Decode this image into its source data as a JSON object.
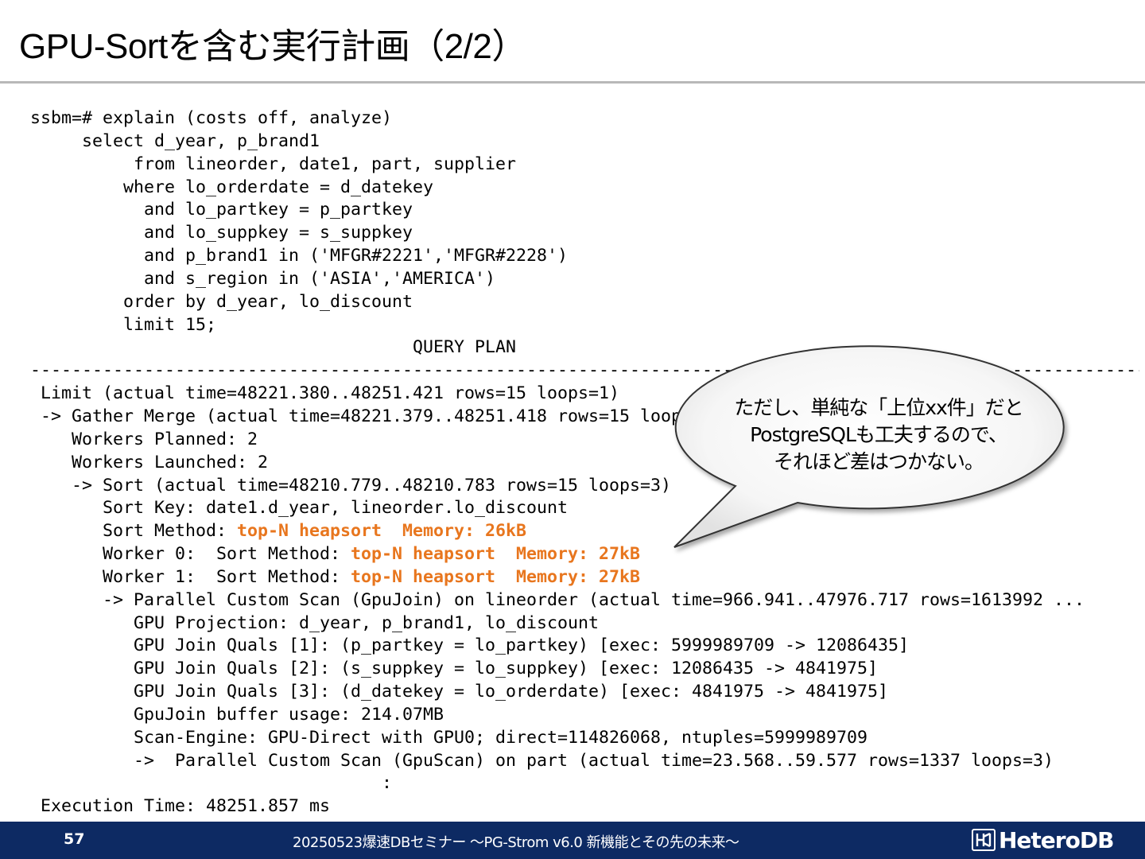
{
  "slide": {
    "title": "GPU-Sortを含む実行計画（2/2）"
  },
  "code": {
    "lines": [
      [
        {
          "t": "ssbm=# explain (costs off, analyze)"
        }
      ],
      [
        {
          "t": "     select d_year, p_brand1"
        }
      ],
      [
        {
          "t": "          from lineorder, date1, part, supplier"
        }
      ],
      [
        {
          "t": "         where lo_orderdate = d_datekey"
        }
      ],
      [
        {
          "t": "           and lo_partkey = p_partkey"
        }
      ],
      [
        {
          "t": "           and lo_suppkey = s_suppkey"
        }
      ],
      [
        {
          "t": "           and p_brand1 in ('MFGR#2221','MFGR#2228')"
        }
      ],
      [
        {
          "t": "           and s_region in ('ASIA','AMERICA')"
        }
      ],
      [
        {
          "t": "         order by d_year, lo_discount"
        }
      ],
      [
        {
          "t": "         limit 15;"
        }
      ],
      [
        {
          "t": "                                     QUERY PLAN"
        }
      ],
      [
        {
          "t": "------------------------------------------------------------------------------------------------------------------------"
        }
      ],
      [
        {
          "t": " Limit (actual time=48221.380..48251.421 rows=15 loops=1)"
        }
      ],
      [
        {
          "t": " -> Gather Merge (actual time=48221.379..48251.418 rows=15 loops=1)"
        }
      ],
      [
        {
          "t": "    Workers Planned: 2"
        }
      ],
      [
        {
          "t": "    Workers Launched: 2"
        }
      ],
      [
        {
          "t": "    -> Sort (actual time=48210.779..48210.783 rows=15 loops=3)"
        }
      ],
      [
        {
          "t": "       Sort Key: date1.d_year, lineorder.lo_discount"
        }
      ],
      [
        {
          "t": "       Sort Method: "
        },
        {
          "t": "top-N heapsort  Memory: 26kB",
          "hl": true
        }
      ],
      [
        {
          "t": "       Worker 0:  Sort Method: "
        },
        {
          "t": "top-N heapsort  Memory: 27kB",
          "hl": true
        }
      ],
      [
        {
          "t": "       Worker 1:  Sort Method: "
        },
        {
          "t": "top-N heapsort  Memory: 27kB",
          "hl": true
        }
      ],
      [
        {
          "t": "       -> Parallel Custom Scan (GpuJoin) on lineorder (actual time=966.941..47976.717 rows=1613992 ..."
        }
      ],
      [
        {
          "t": "          GPU Projection: d_year, p_brand1, lo_discount"
        }
      ],
      [
        {
          "t": "          GPU Join Quals [1]: (p_partkey = lo_partkey) [exec: 5999989709 -> 12086435]"
        }
      ],
      [
        {
          "t": "          GPU Join Quals [2]: (s_suppkey = lo_suppkey) [exec: 12086435 -> 4841975]"
        }
      ],
      [
        {
          "t": "          GPU Join Quals [3]: (d_datekey = lo_orderdate) [exec: 4841975 -> 4841975]"
        }
      ],
      [
        {
          "t": "          GpuJoin buffer usage: 214.07MB"
        }
      ],
      [
        {
          "t": "          Scan-Engine: GPU-Direct with GPU0; direct=114826068, ntuples=5999989709"
        }
      ],
      [
        {
          "t": "          ->  Parallel Custom Scan (GpuScan) on part (actual time=23.568..59.577 rows=1337 loops=3)"
        }
      ],
      [
        {
          "t": "                                  :"
        }
      ],
      [
        {
          "t": " Execution Time: 48251.857 ms"
        }
      ]
    ]
  },
  "callout": {
    "line1": "ただし、単純な「上位xx件」だと",
    "line2": "PostgreSQLも工夫するので、",
    "line3": "それほど差はつかない。"
  },
  "footer": {
    "page_number": "57",
    "event": "20250523爆速DBセミナー ～PG-Strom v6.0  新機能とその先の未来～",
    "logo": "HeteroDB"
  },
  "colors": {
    "highlight": "#e8761e",
    "footer_bg": "#0d2a63"
  }
}
